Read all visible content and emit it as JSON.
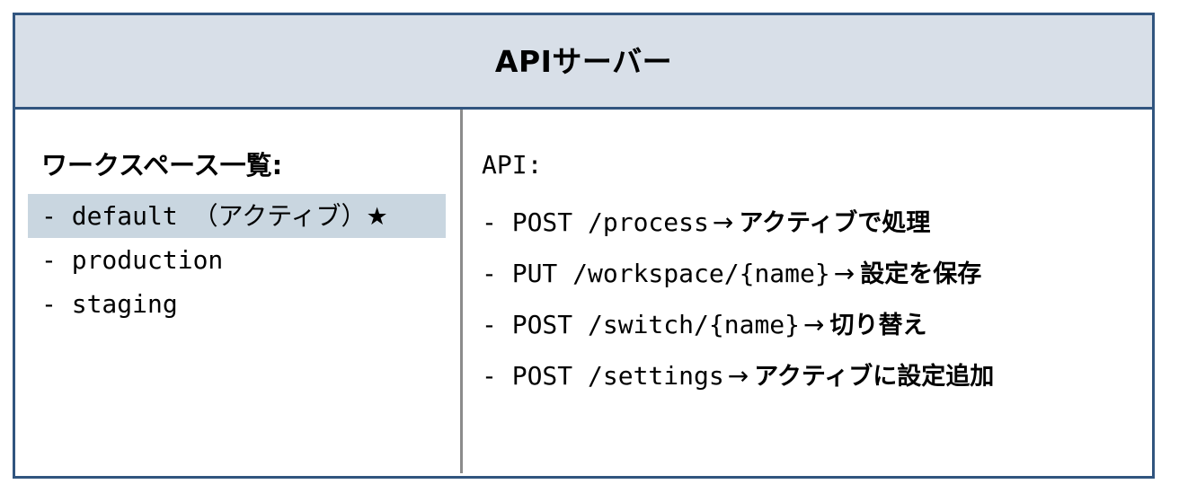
{
  "header": {
    "title": "APIサーバー"
  },
  "left_pane": {
    "heading": "ワークスペース一覧:",
    "items": [
      {
        "bullet": "-",
        "name": "default",
        "annotation": "（アクティブ）",
        "badge": "★",
        "active": true
      },
      {
        "bullet": "-",
        "name": "production",
        "annotation": "",
        "badge": "",
        "active": false
      },
      {
        "bullet": "-",
        "name": "staging",
        "annotation": "",
        "badge": "",
        "active": false
      }
    ]
  },
  "right_pane": {
    "heading": "API:",
    "endpoints": [
      {
        "bullet": "-",
        "route": "POST /process",
        "arrow": "→",
        "description": "アクティブで処理"
      },
      {
        "bullet": "-",
        "route": "PUT /workspace/{name}",
        "arrow": "→",
        "description": "設定を保存"
      },
      {
        "bullet": "-",
        "route": "POST /switch/{name}",
        "arrow": "→",
        "description": "切り替え"
      },
      {
        "bullet": "-",
        "route": "POST /settings",
        "arrow": "→",
        "description": "アクティブに設定追加"
      }
    ]
  },
  "colors": {
    "border": "#31557f",
    "header_background": "#d8dfe8",
    "divider": "#8c8c8c",
    "active_highlight": "#c9d6e0",
    "body_background": "#ffffff",
    "text": "#000000"
  }
}
